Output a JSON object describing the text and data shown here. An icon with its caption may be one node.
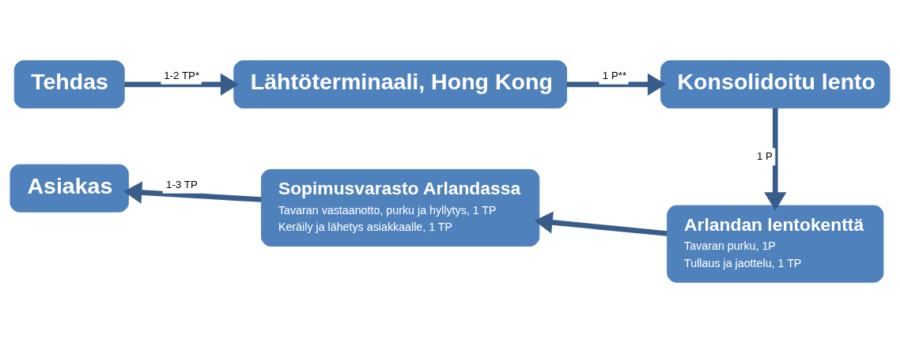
{
  "diagram": {
    "nodes": [
      {
        "text": [
          "Tehdas"
        ]
      },
      {
        "text": [
          "Lähtöterminaali, Hong Kong"
        ]
      },
      {
        "text": [
          "Konsolidoitu lento"
        ]
      },
      {
        "text": [
          "Arlandan lentokenttä",
          "Tavaran purku, 1P",
          "Tullaus ja jaottelu, 1 TP"
        ]
      },
      {
        "text": [
          "Sopimusvarasto Arlandassa",
          "Tavaran vastaanotto, purku ja hyllytys, 1 TP",
          "Keräily ja lähetys asiakkaalle, 1 TP"
        ]
      },
      {
        "text": [
          "Asiakas"
        ]
      }
    ],
    "edges": [
      {
        "from": 0,
        "to": 1,
        "arrow": "to",
        "label": "1-2 TP*"
      },
      {
        "from": 1,
        "to": 2,
        "arrow": "to",
        "label": "1 P**"
      },
      {
        "from": 2,
        "to": 3,
        "arrow": "to",
        "label": "1 P"
      },
      {
        "from": 3,
        "to": 4,
        "arrow": "to"
      },
      {
        "from": 4,
        "to": 5,
        "arrow": "to",
        "label": "1-3 TP"
      }
    ]
  }
}
